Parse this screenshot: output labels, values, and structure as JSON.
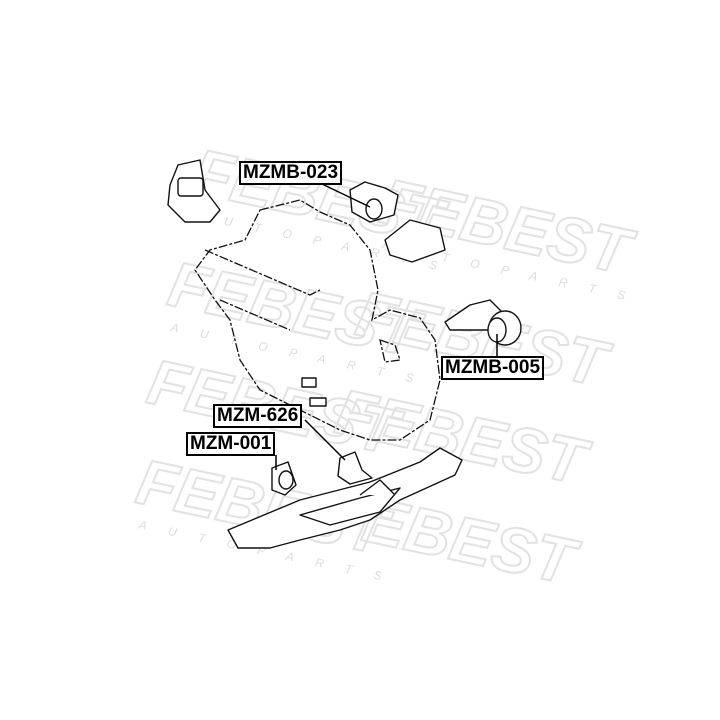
{
  "watermark": {
    "brand": "FEBEST",
    "tagline": "AUTO PARTS"
  },
  "labels": {
    "mzmb_023": "MZMB-023",
    "mzmb_005": "MZMB-005",
    "mzm_626": "MZM-626",
    "mzm_001": "MZM-001"
  }
}
